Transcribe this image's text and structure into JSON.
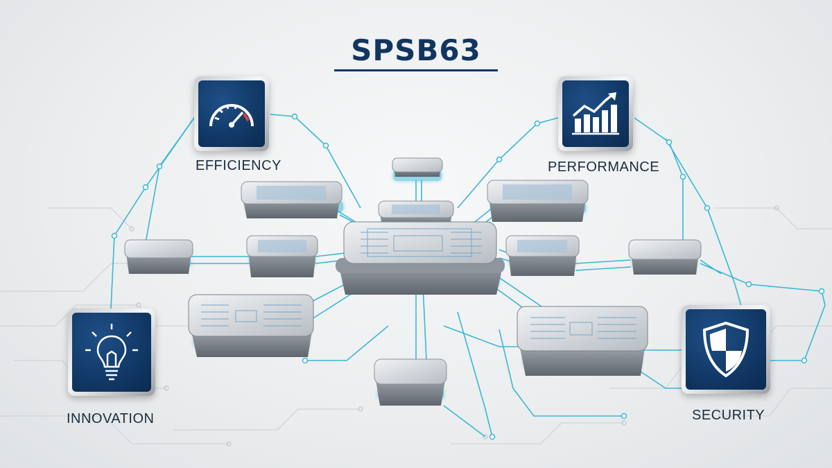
{
  "title": "SPSB63",
  "features": [
    {
      "label": "EFFICIENCY",
      "icon": "speedometer-icon"
    },
    {
      "label": "PERFORMANCE",
      "icon": "bar-chart-growth-icon"
    },
    {
      "label": "INNOVATION",
      "icon": "lightbulb-icon"
    },
    {
      "label": "SECURITY",
      "icon": "shield-icon"
    }
  ],
  "colors": {
    "brand_navy": "#12355f",
    "accent_cyan": "#35b8d6",
    "chip_silver": "#b9bec4"
  }
}
